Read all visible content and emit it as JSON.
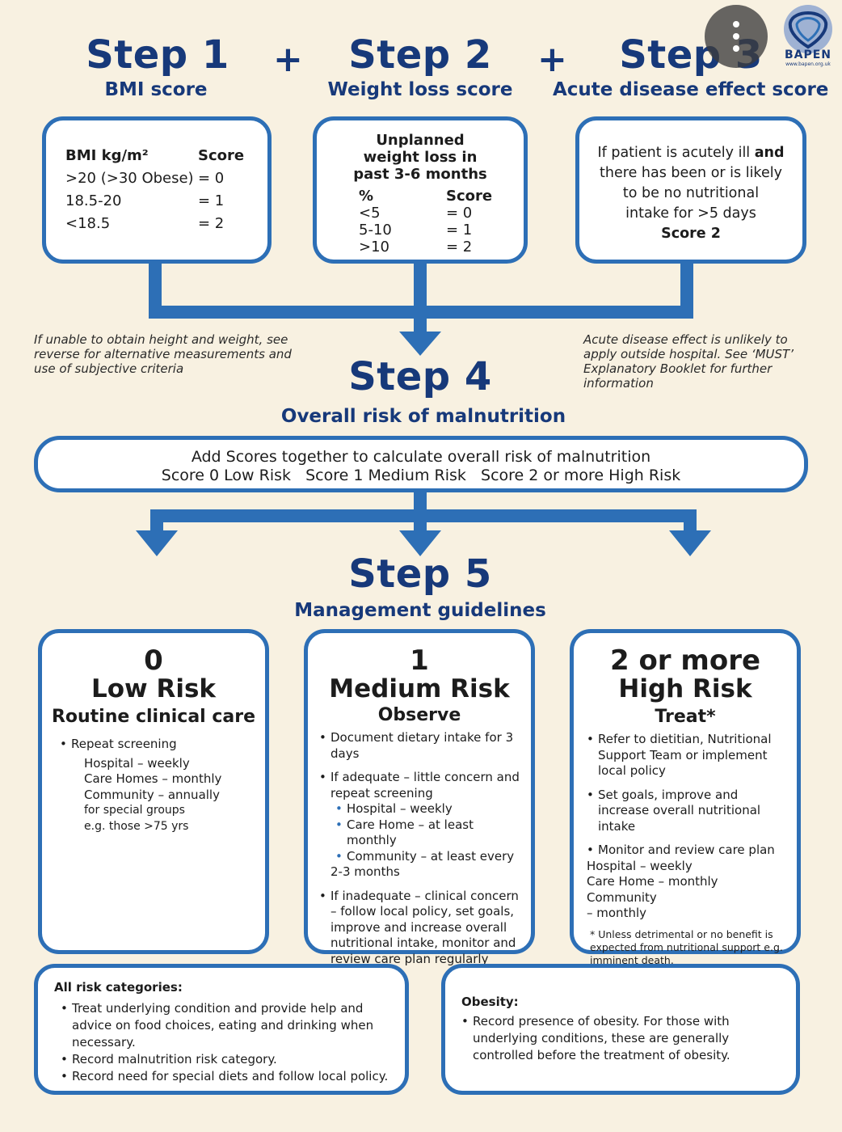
{
  "steps": {
    "s1": {
      "title": "Step 1",
      "subtitle": "BMI score"
    },
    "s2": {
      "title": "Step 2",
      "subtitle": "Weight loss score"
    },
    "s3": {
      "title": "Step 3",
      "subtitle": "Acute disease effect score"
    },
    "s4": {
      "title": "Step 4",
      "subtitle": "Overall risk of malnutrition"
    },
    "s5": {
      "title": "Step 5",
      "subtitle": "Management guidelines"
    },
    "plus": "+"
  },
  "bmi_box": {
    "header_left": "BMI kg/m²",
    "header_right": "Score",
    "rows": [
      {
        "range": ">20 (>30 Obese)",
        "score": "= 0"
      },
      {
        "range": "18.5-20",
        "score": "= 1"
      },
      {
        "range": "<18.5",
        "score": "= 2"
      }
    ]
  },
  "weight_box": {
    "title_lines": [
      "Unplanned",
      "weight loss in",
      "past 3-6 months"
    ],
    "header_left": "%",
    "header_right": "Score",
    "rows": [
      {
        "range": "<5",
        "score": "= 0"
      },
      {
        "range": "5-10",
        "score": "= 1"
      },
      {
        "range": ">10",
        "score": "= 2"
      }
    ]
  },
  "acute_box": {
    "line1_a": "If patient is acutely ill ",
    "line1_b": "and",
    "line2": "there has been or is likely",
    "line3": "to be no nutritional",
    "line4": "intake for >5 days",
    "score": "Score 2"
  },
  "notes": {
    "left": "If unable to obtain height and weight, see reverse for alternative measurements and use of subjective criteria",
    "right": "Acute disease effect is unlikely to apply outside hospital. See ‘MUST’ Explanatory Booklet for further information"
  },
  "overall_box": {
    "line1": "Add Scores together to calculate overall risk of malnutrition",
    "line2": "Score 0 Low Risk   Score 1 Medium Risk   Score 2 or more High Risk"
  },
  "low": {
    "num": "0",
    "name": "Low Risk",
    "action": "Routine clinical care",
    "bullet": "Repeat screening",
    "lines": [
      "Hospital – weekly",
      "Care Homes – monthly",
      "Community – annually",
      "for special groups",
      "e.g. those >75 yrs"
    ]
  },
  "medium": {
    "num": "1",
    "name": "Medium Risk",
    "action": "Observe",
    "b1": "Document dietary intake for 3 days",
    "b2": "If adequate – little concern and repeat screening",
    "sub": [
      "Hospital – weekly",
      "Care Home – at least monthly",
      "Community – at least every"
    ],
    "sub_cont": "2-3 months",
    "b3": "If inadequate – clinical concern – follow local policy, set goals, improve and increase overall nutritional intake, monitor and review care plan regularly"
  },
  "high": {
    "num": "2 or more",
    "name": "High Risk",
    "action": "Treat*",
    "b1": "Refer to dietitian, Nutritional Support Team or implement local policy",
    "b2": "Set goals, improve and increase overall nutritional intake",
    "b3": "Monitor and review care plan",
    "b3_lines": [
      "Hospital – weekly",
      "Care Home – monthly Community",
      "– monthly"
    ],
    "footnote": "* Unless detrimental or no benefit is expected from nutritional support e.g. imminent death."
  },
  "all_risk": {
    "title": "All risk categories:",
    "items": [
      "Treat underlying condition and provide help and advice on food choices, eating and drinking when necessary.",
      "Record malnutrition risk category.",
      "Record need for special diets and follow local policy."
    ]
  },
  "obesity": {
    "title": "Obesity:",
    "items": [
      "Record presence of obesity. For those with underlying conditions, these are generally controlled before the treatment of obesity."
    ]
  },
  "logo": {
    "text": "BAPEN",
    "url_text": "www.bapen.org.uk"
  },
  "colors": {
    "navy": "#17397a",
    "blue": "#2d6fb6",
    "background": "#f8f1e1"
  },
  "icons": {
    "more": "more-vertical-icon",
    "logo": "bapen-logo-icon"
  }
}
